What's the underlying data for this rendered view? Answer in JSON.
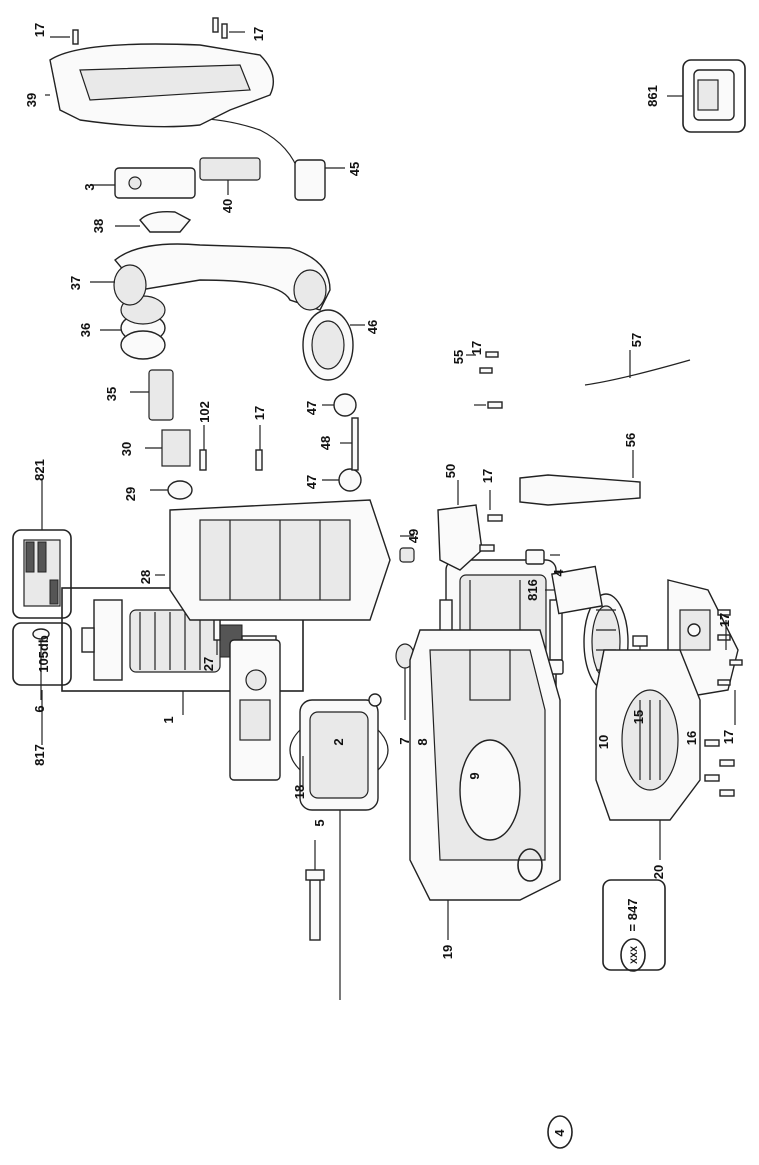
{
  "parts": [
    {
      "id": "p1",
      "number": "1"
    },
    {
      "id": "p2",
      "number": "2"
    },
    {
      "id": "p3",
      "number": "3"
    },
    {
      "id": "p4a",
      "number": "4"
    },
    {
      "id": "p4b",
      "number": "4"
    },
    {
      "id": "p5",
      "number": "5"
    },
    {
      "id": "p6",
      "number": "6"
    },
    {
      "id": "p7",
      "number": "7"
    },
    {
      "id": "p8",
      "number": "8"
    },
    {
      "id": "p9",
      "number": "9"
    },
    {
      "id": "p10",
      "number": "10"
    },
    {
      "id": "p15",
      "number": "15"
    },
    {
      "id": "p16",
      "number": "16"
    },
    {
      "id": "p17a",
      "number": "17"
    },
    {
      "id": "p17b",
      "number": "17"
    },
    {
      "id": "p17c",
      "number": "17"
    },
    {
      "id": "p17d",
      "number": "17"
    },
    {
      "id": "p17e",
      "number": "17"
    },
    {
      "id": "p17f",
      "number": "17"
    },
    {
      "id": "p17g",
      "number": "17"
    },
    {
      "id": "p18",
      "number": "18"
    },
    {
      "id": "p19",
      "number": "19"
    },
    {
      "id": "p20",
      "number": "20"
    },
    {
      "id": "p27",
      "number": "27"
    },
    {
      "id": "p28",
      "number": "28"
    },
    {
      "id": "p29",
      "number": "29"
    },
    {
      "id": "p30",
      "number": "30"
    },
    {
      "id": "p35",
      "number": "35"
    },
    {
      "id": "p36",
      "number": "36"
    },
    {
      "id": "p37",
      "number": "37"
    },
    {
      "id": "p38",
      "number": "38"
    },
    {
      "id": "p39",
      "number": "39"
    },
    {
      "id": "p40",
      "number": "40"
    },
    {
      "id": "p45",
      "number": "45"
    },
    {
      "id": "p46",
      "number": "46"
    },
    {
      "id": "p47a",
      "number": "47"
    },
    {
      "id": "p47b",
      "number": "47"
    },
    {
      "id": "p48",
      "number": "48"
    },
    {
      "id": "p49",
      "number": "49"
    },
    {
      "id": "p50",
      "number": "50"
    },
    {
      "id": "p55",
      "number": "55"
    },
    {
      "id": "p56",
      "number": "56"
    },
    {
      "id": "p57",
      "number": "57"
    },
    {
      "id": "p102",
      "number": "102"
    },
    {
      "id": "p816",
      "number": "816"
    },
    {
      "id": "p817",
      "number": "817"
    },
    {
      "id": "p821",
      "number": "821"
    },
    {
      "id": "p861",
      "number": "861"
    }
  ],
  "labels": {
    "noise_label_text": "105db",
    "xxx_legend_circle": "XXX",
    "xxx_legend_value": "= 847"
  }
}
